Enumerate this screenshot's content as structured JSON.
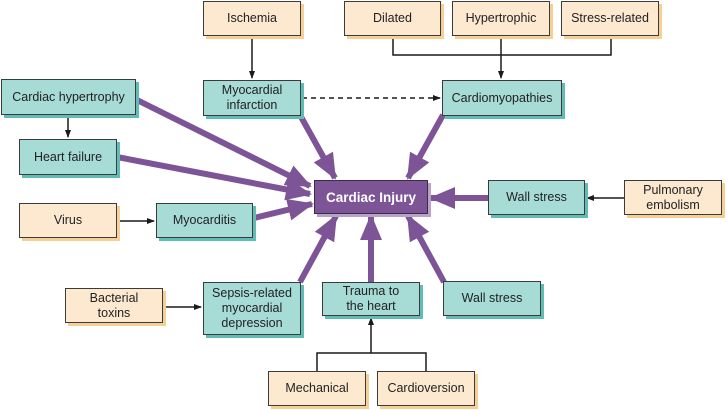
{
  "diagram": {
    "title": "Cardiac Injury",
    "colors": {
      "cause_fill": "#fde9cf",
      "condition_fill": "#a6dbd6",
      "center_fill": "#7d5597",
      "major_arrow": "#7d5597",
      "minor_arrow": "#1a1a1a"
    },
    "nodes": {
      "ischemia": "Ischemia",
      "dilated": "Dilated",
      "hypertrophic": "Hypertrophic",
      "stress_related": "Stress-related",
      "cardiac_hypertrophy": "Cardiac hypertrophy",
      "myocardial_infarction": "Myocardial\ninfarction",
      "cardiomyopathies": "Cardiomyopathies",
      "heart_failure": "Heart failure",
      "cardiac_injury": "Cardiac Injury",
      "wall_stress_right": "Wall stress",
      "pulmonary_embolism": "Pulmonary\nembolism",
      "virus": "Virus",
      "myocarditis": "Myocarditis",
      "bacterial_toxins": "Bacterial\ntoxins",
      "sepsis": "Sepsis-related\nmyocardial\ndepression",
      "trauma": "Trauma to\nthe heart",
      "wall_stress_bottom": "Wall stress",
      "mechanical": "Mechanical",
      "cardioversion": "Cardioversion"
    },
    "edges": [
      {
        "from": "Ischemia",
        "to": "Myocardial infarction",
        "style": "thin"
      },
      {
        "from": "Dilated",
        "to": "Cardiomyopathies",
        "style": "thin"
      },
      {
        "from": "Hypertrophic",
        "to": "Cardiomyopathies",
        "style": "thin"
      },
      {
        "from": "Stress-related",
        "to": "Cardiomyopathies",
        "style": "thin"
      },
      {
        "from": "Myocardial infarction",
        "to": "Cardiomyopathies",
        "style": "dashed"
      },
      {
        "from": "Cardiac hypertrophy",
        "to": "Heart failure",
        "style": "thin"
      },
      {
        "from": "Virus",
        "to": "Myocarditis",
        "style": "thin"
      },
      {
        "from": "Bacterial toxins",
        "to": "Sepsis-related myocardial depression",
        "style": "thin"
      },
      {
        "from": "Pulmonary embolism",
        "to": "Wall stress",
        "style": "thin"
      },
      {
        "from": "Mechanical",
        "to": "Trauma to the heart",
        "style": "thin"
      },
      {
        "from": "Cardioversion",
        "to": "Trauma to the heart",
        "style": "thin"
      },
      {
        "from": "Cardiac hypertrophy",
        "to": "Cardiac Injury",
        "style": "major"
      },
      {
        "from": "Heart failure",
        "to": "Cardiac Injury",
        "style": "major"
      },
      {
        "from": "Myocardial infarction",
        "to": "Cardiac Injury",
        "style": "major"
      },
      {
        "from": "Cardiomyopathies",
        "to": "Cardiac Injury",
        "style": "major"
      },
      {
        "from": "Myocarditis",
        "to": "Cardiac Injury",
        "style": "major"
      },
      {
        "from": "Sepsis-related myocardial depression",
        "to": "Cardiac Injury",
        "style": "major"
      },
      {
        "from": "Trauma to the heart",
        "to": "Cardiac Injury",
        "style": "major"
      },
      {
        "from": "Wall stress (bottom)",
        "to": "Cardiac Injury",
        "style": "major"
      },
      {
        "from": "Wall stress (right)",
        "to": "Cardiac Injury",
        "style": "major"
      }
    ]
  }
}
